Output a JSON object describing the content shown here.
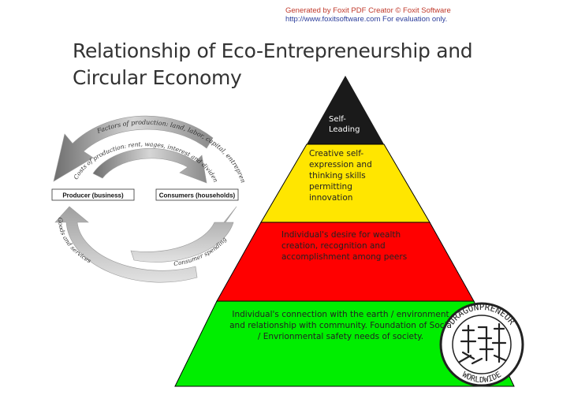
{
  "watermark": {
    "line1": "Generated by Foxit PDF Creator © Foxit Software",
    "line2": "http://www.foxitsoftware.com   For evaluation only."
  },
  "title": {
    "line1": "Relationship of Eco-Entrepreneurship and",
    "line2": "Circular Economy"
  },
  "circular_flow": {
    "top_outer": "Factors of production: land, labor, capital, entrepreneurship",
    "top_inner": "Costs of production: rent, wages, interest and dividends, profits",
    "producer_label": "Producer (business)",
    "consumer_label": "Consumers (households)",
    "bottom_left": "Goods and services",
    "bottom_right": "Consumer spending"
  },
  "pyramid": {
    "levels": [
      {
        "color": "#1a1a1a",
        "lines": [
          "Self-",
          "Leading"
        ]
      },
      {
        "color": "#ffe600",
        "lines": [
          "Creative self-",
          "expression and",
          "thinking skills",
          "permitting",
          "innovation"
        ]
      },
      {
        "color": "#ff0000",
        "lines": [
          "Individual's desire for wealth",
          "creation, recognition and",
          "accomplishment among peers"
        ]
      },
      {
        "color": "#00ee00",
        "lines": [
          "Individual's connection with the earth / environment",
          "and relationship with community. Foundation of Socia",
          "/ Envrionmental safety needs of society."
        ]
      }
    ]
  },
  "seal": {
    "top_text": "DRAGONPRENEUR",
    "bottom_text": "WORLDWIDE"
  }
}
